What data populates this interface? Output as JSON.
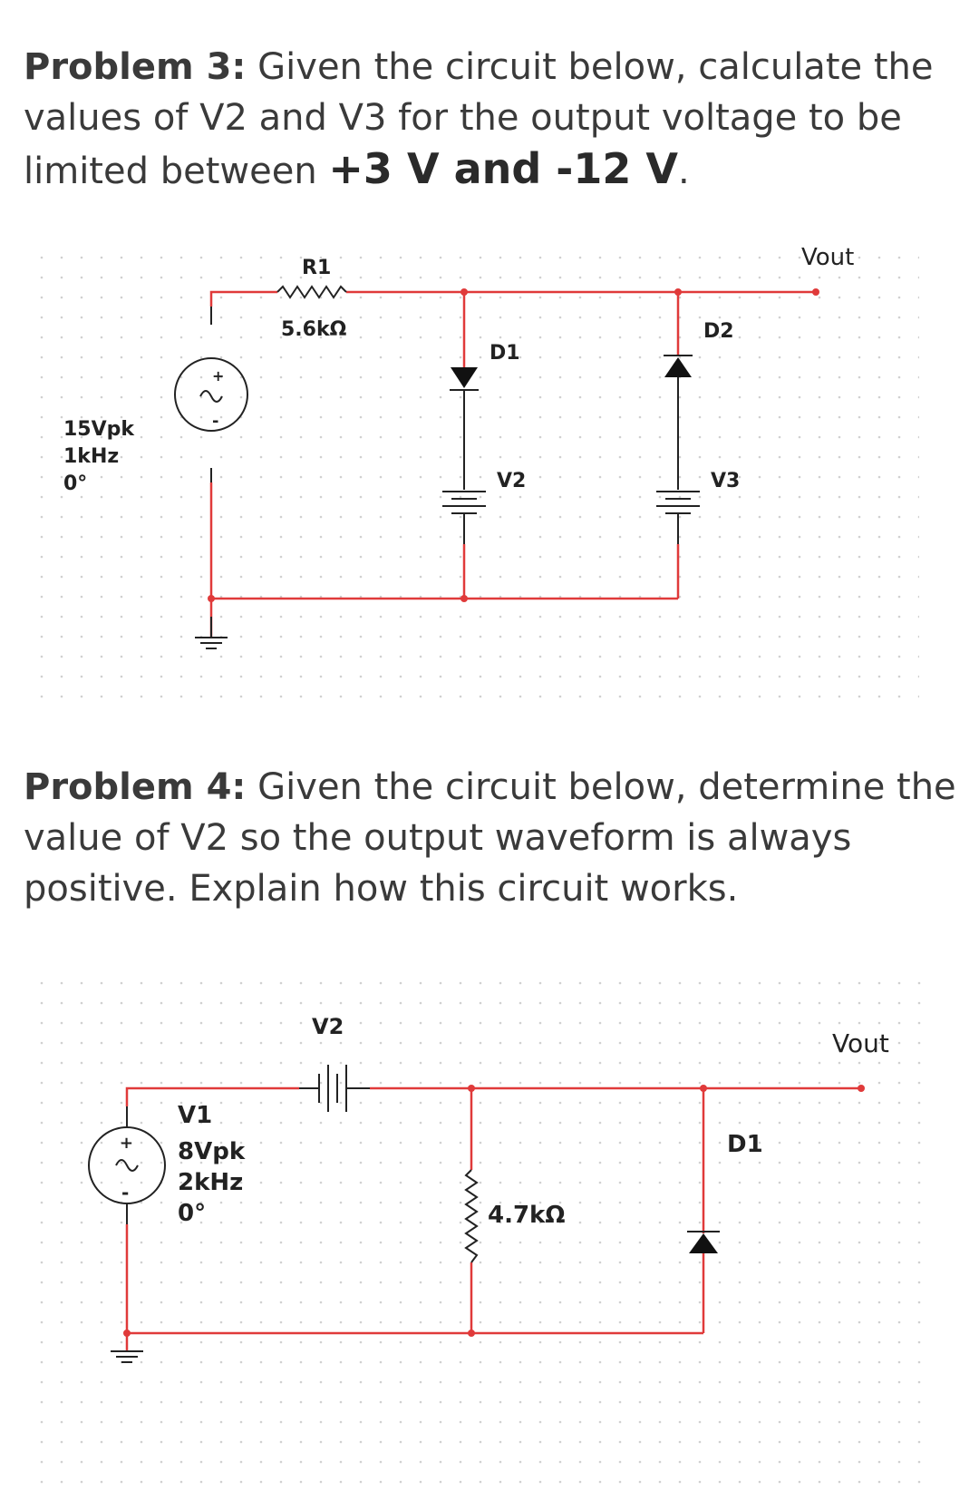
{
  "problem3": {
    "label": "Problem 3:",
    "text": "Given the circuit below, calculate the values of V2 and V3 for the output voltage to be limited between",
    "emphasis": "+3 V and -12 V",
    "end": "."
  },
  "circuit1": {
    "r1_name": "R1",
    "r1_value": "5.6kΩ",
    "source_amp": "15Vpk",
    "source_freq": "1kHz",
    "source_phase": "0°",
    "d1": "D1",
    "d2": "D2",
    "v2": "V2",
    "v3": "V3",
    "vout": "Vout",
    "plus": "+",
    "minus": "-"
  },
  "problem4": {
    "label": "Problem 4:",
    "text": "Given the circuit below, determine the value of V2 so the output waveform is always positive. Explain how this circuit works."
  },
  "circuit2": {
    "v2": "V2",
    "vout": "Vout",
    "v1_name": "V1",
    "v1_amp": "8Vpk",
    "v1_freq": "2kHz",
    "v1_phase": "0°",
    "r_value": "4.7kΩ",
    "d1": "D1",
    "plus": "+",
    "minus": "-"
  },
  "colors": {
    "wire": "#e03a3a",
    "grid_dot": "#d0d0d0",
    "text": "#3a3a3a"
  }
}
